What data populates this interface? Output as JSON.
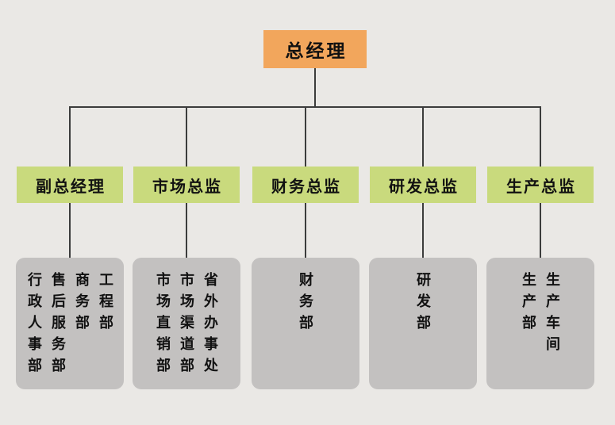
{
  "chart": {
    "root": {
      "label": "总经理"
    },
    "branches": [
      {
        "label": "副总经理",
        "departments": [
          "工程部",
          "商务部",
          "售后服务部",
          "行政人事部"
        ]
      },
      {
        "label": "市场总监",
        "departments": [
          "省外办事处",
          "市场渠道部",
          "市场直销部"
        ]
      },
      {
        "label": "财务总监",
        "departments": [
          "财务部"
        ]
      },
      {
        "label": "研发总监",
        "departments": [
          "研发部"
        ]
      },
      {
        "label": "生产总监",
        "departments": [
          "生产车间",
          "生产部"
        ]
      }
    ]
  },
  "colors": {
    "background": "#eae8e5",
    "root_box": "#f2a65c",
    "branch_box": "#c9da7d",
    "department_box": "#c3c1c0",
    "connector_line": "#3c3c3c",
    "text": "#111111"
  }
}
